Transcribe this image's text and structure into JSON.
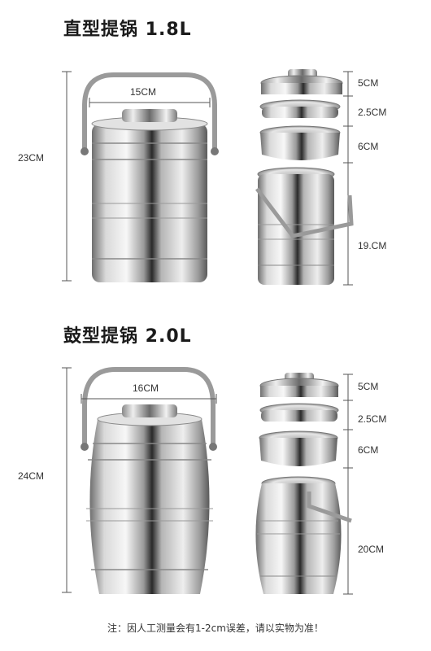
{
  "section1": {
    "title": "直型提锅 1.8L",
    "width_label": "15CM",
    "height_label": "23CM",
    "layers": [
      "5CM",
      "2.5CM",
      "6CM",
      "19.CM"
    ]
  },
  "section2": {
    "title": "鼓型提锅 2.0L",
    "width_label": "16CM",
    "height_label": "24CM",
    "layers": [
      "5CM",
      "2.5CM",
      "6CM",
      "20CM"
    ]
  },
  "footnote": "注：因人工测量会有1-2cm误差，请以实物为准！"
}
